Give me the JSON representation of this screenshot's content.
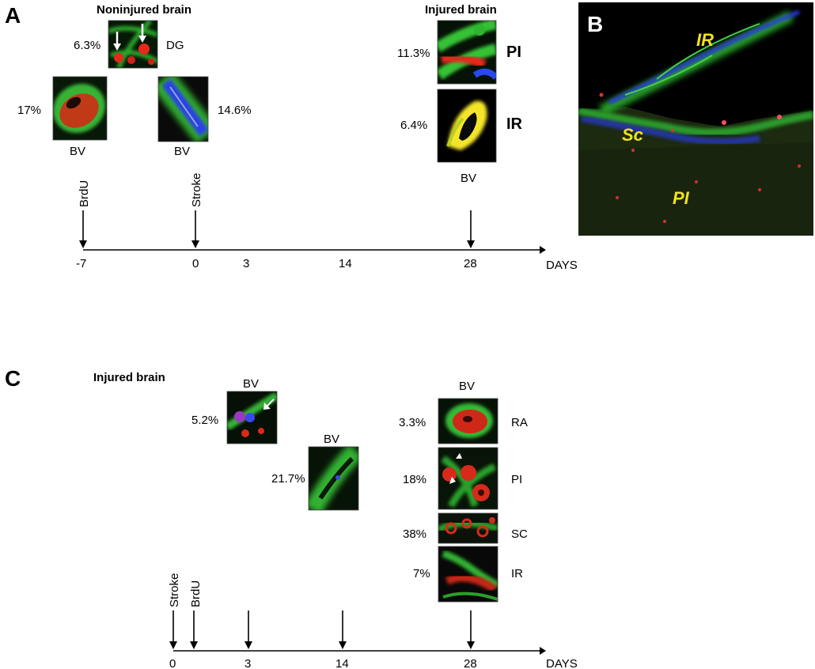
{
  "panels": {
    "A": {
      "letter": "A",
      "noninjured_title": "Noninjured brain",
      "injured_title": "Injured brain",
      "images": [
        {
          "name": "dg",
          "pct": "6.3%",
          "label": "DG"
        },
        {
          "name": "bv-left",
          "pct": "17%",
          "label": "BV"
        },
        {
          "name": "bv-right",
          "pct": "14.6%",
          "label": "BV"
        },
        {
          "name": "pi",
          "pct": "11.3%",
          "label": "PI"
        },
        {
          "name": "ir",
          "pct": "6.4%",
          "label": "IR"
        }
      ],
      "injured_bv_label": "BV",
      "events": [
        "BrdU",
        "Stroke"
      ],
      "ticks": [
        "-7",
        "0",
        "3",
        "14",
        "28"
      ],
      "unit": "DAYS"
    },
    "B": {
      "letter": "B",
      "regions": [
        "IR",
        "Sc",
        "PI"
      ]
    },
    "C": {
      "letter": "C",
      "title": "Injured brain",
      "images": [
        {
          "name": "bv-day3",
          "pct": "5.2%",
          "label": "BV"
        },
        {
          "name": "bv-day14",
          "pct": "21.7%",
          "label": "BV"
        },
        {
          "name": "ra",
          "pct": "3.3%",
          "label": "RA"
        },
        {
          "name": "pi",
          "pct": "18%",
          "label": "PI"
        },
        {
          "name": "sc",
          "pct": "38%",
          "label": "SC"
        },
        {
          "name": "ir",
          "pct": "7%",
          "label": "IR"
        }
      ],
      "day28_bv_label": "BV",
      "events": [
        "Stroke",
        "BrdU"
      ],
      "ticks": [
        "0",
        "3",
        "14",
        "28"
      ],
      "unit": "DAYS"
    }
  },
  "colors": {
    "green": "#22c022",
    "red": "#e02018",
    "blue": "#2040ff",
    "yellow": "#f2e21a"
  }
}
